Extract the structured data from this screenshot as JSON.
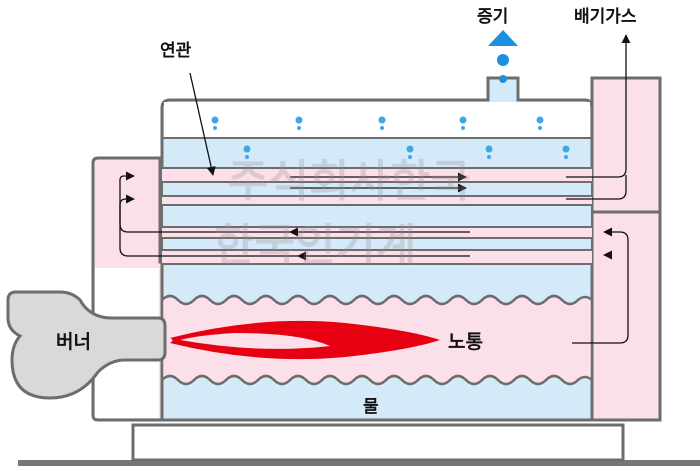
{
  "labels": {
    "fire_tube": "연관",
    "steam": "증기",
    "exhaust_gas": "배기가스",
    "burner": "버너",
    "furnace": "노통",
    "water": "물"
  },
  "watermark": {
    "line1": "주식회사한국",
    "line2": "한국인기계"
  },
  "colors": {
    "gas": "#fbe0e9",
    "water": "#d5eaf8",
    "outline": "#6d6d6d",
    "flame": "#e60012",
    "steam_arrow": "#1c8fe0",
    "burner": "#d9d9d9"
  }
}
